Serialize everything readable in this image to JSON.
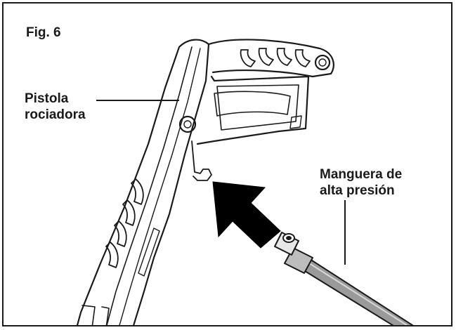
{
  "figure": {
    "label": "Fig. 6"
  },
  "callouts": {
    "spray_gun": {
      "line1": "Pistola",
      "line2": "rociadora"
    },
    "hose": {
      "line1": "Manguera de",
      "line2": "alta presión"
    }
  },
  "colors": {
    "ink": "#1a1a1a",
    "background": "#ffffff",
    "hose_fill": "#9a9a9a",
    "arrow": "#000000"
  }
}
